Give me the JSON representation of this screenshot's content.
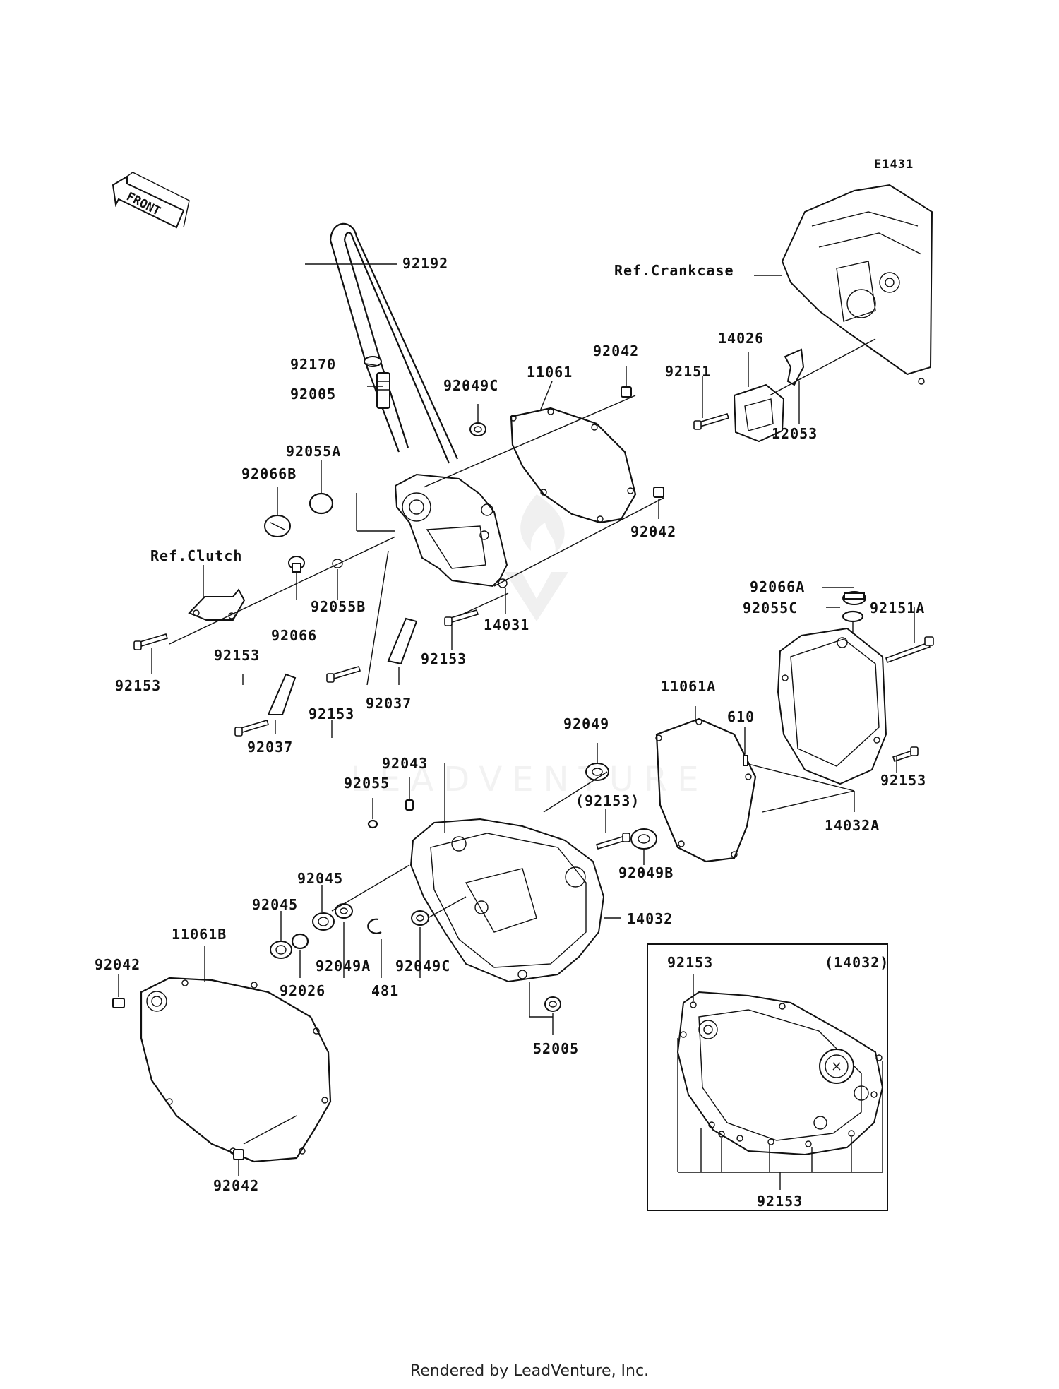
{
  "diagram": {
    "id": "E1431",
    "front_label": "FRONT",
    "inset_title": "(14032)",
    "footer": "Rendered by LeadVenture, Inc.",
    "watermark": "LEADVENTURE",
    "labels": {
      "p92192": "92192",
      "p92170": "92170",
      "p92005": "92005",
      "p92049C_top": "92049C",
      "p11061": "11061",
      "p92042_top": "92042",
      "p92042_mid": "92042",
      "p92055A": "92055A",
      "p92066B": "92066B",
      "ref_clutch": "Ref.Clutch",
      "p92066": "92066",
      "p92055B": "92055B",
      "p14031": "14031",
      "p92153_a": "92153",
      "p92153_b": "92153",
      "p92153_c": "92153",
      "p92153_d": "92153",
      "p92037_a": "92037",
      "p92037_b": "92037",
      "ref_crankcase": "Ref.Crankcase",
      "p14026": "14026",
      "p92151": "92151",
      "p12053": "12053",
      "p92066A": "92066A",
      "p92055C": "92055C",
      "p92151A": "92151A",
      "p11061A": "11061A",
      "p610": "610",
      "p92153_e": "92153",
      "p14032A": "14032A",
      "p92049": "92049",
      "p92043": "92043",
      "p92055": "92055",
      "p92153_paren": "(92153)",
      "p92049B": "92049B",
      "p92045_a": "92045",
      "p92045_b": "92045",
      "p14032": "14032",
      "p11061B": "11061B",
      "p92042_left": "92042",
      "p92026": "92026",
      "p92049A": "92049A",
      "p481": "481",
      "p92049C_low": "92049C",
      "p52005": "52005",
      "p92042_bottom": "92042",
      "inset_92153_top": "92153",
      "inset_92153_bottom": "92153"
    }
  }
}
